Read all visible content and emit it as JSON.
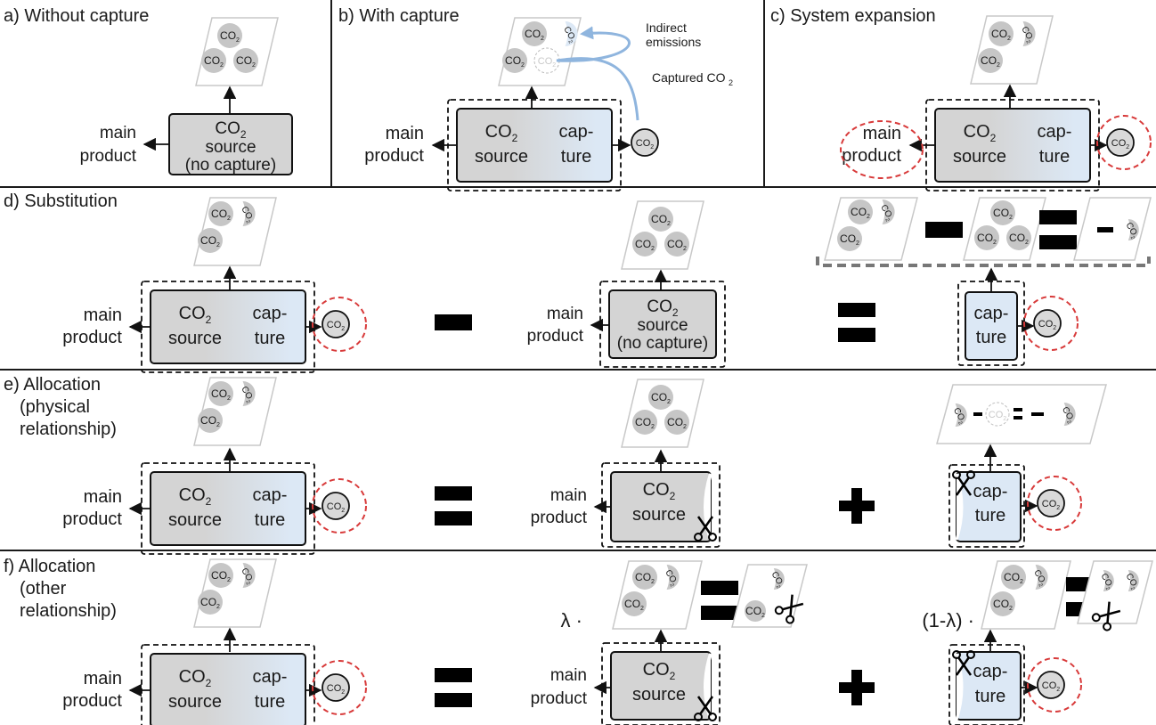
{
  "panels": {
    "a": "a) Without capture",
    "b": "b) With capture",
    "c": "c) System expansion",
    "d": "d) Substitution",
    "e_line1": "e) Allocation",
    "e_line2": "(physical",
    "e_line3": "relationship)",
    "f_line1": "f) Allocation",
    "f_line2": "(other",
    "f_line3": "relationship)"
  },
  "labels": {
    "main": "main",
    "product": "product",
    "co2": "CO",
    "sub2": "2",
    "source": "source",
    "no_capture": "(no capture)",
    "cap": "cap-",
    "ture": "ture",
    "indirect_line1": "Indirect",
    "indirect_line2": "emissions",
    "captured": "Captured CO",
    "lambda": "λ ·",
    "one_minus_lambda": "(1-λ) ·"
  },
  "colors": {
    "grey_box": "#d4d4d4",
    "blue_box": "#dce8f5",
    "circle": "#c6c6c6",
    "arrow_blue": "#8fb5de",
    "red_dash": "#d83a3a",
    "divider": "#1a1a1a"
  },
  "icons": [
    "scissors-icon",
    "minus-icon",
    "equals-icon",
    "plus-icon"
  ]
}
